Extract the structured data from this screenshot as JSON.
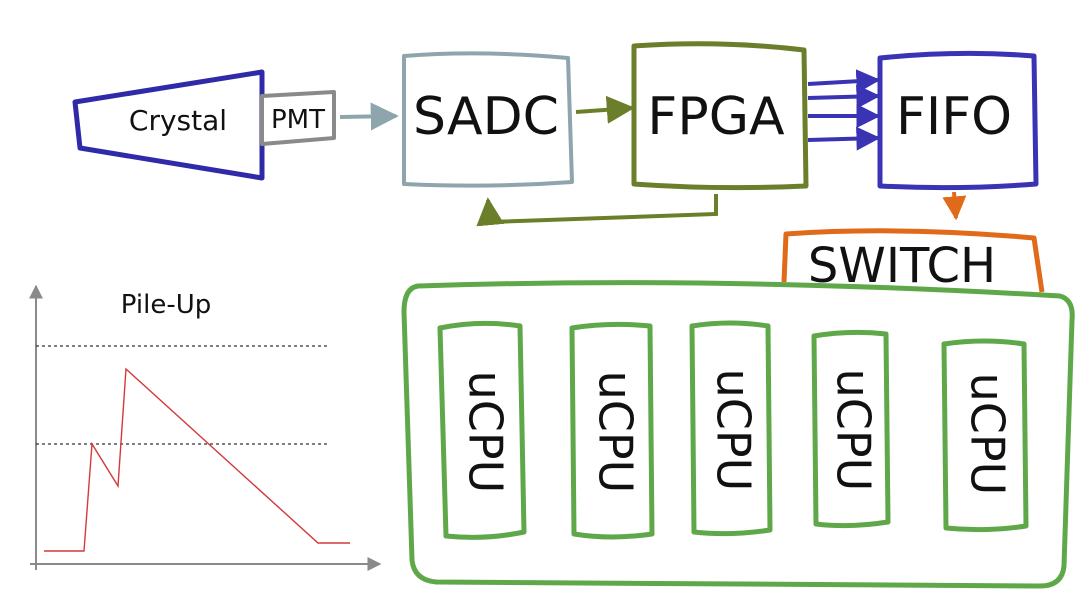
{
  "blocks": {
    "crystal": "Crystal",
    "pmt": "PMT",
    "sadc": "SADC",
    "fpga": "FPGA",
    "fifo": "FIFO",
    "switch": "SWITCH",
    "ucpu_labels": [
      "uCPU",
      "uCPU",
      "uCPU",
      "uCPU",
      "uCPU"
    ]
  },
  "pileup": {
    "title": "Pile-Up"
  },
  "colors": {
    "crystal": "#2f2aa8",
    "pmt": "#8a8a8a",
    "sadc": "#8ea5ad",
    "fpga": "#6b7f2a",
    "fifo": "#3a34b5",
    "switch": "#e06a1a",
    "cpu_group": "#5fa84a",
    "signal": "#d43a3a",
    "axis": "#8a8a8a"
  }
}
